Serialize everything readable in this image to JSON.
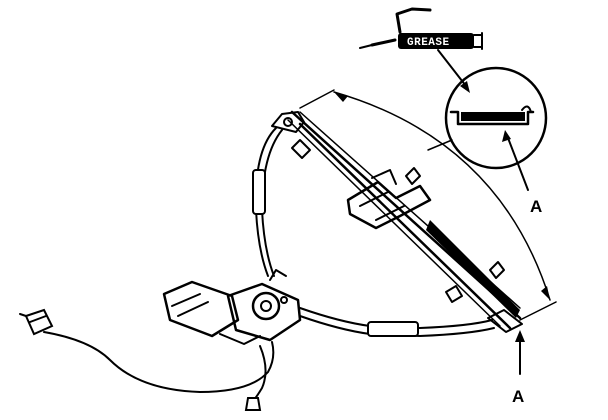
{
  "labels": {
    "grease": "GREASE",
    "callout_detail": "A",
    "callout_main": "A"
  }
}
